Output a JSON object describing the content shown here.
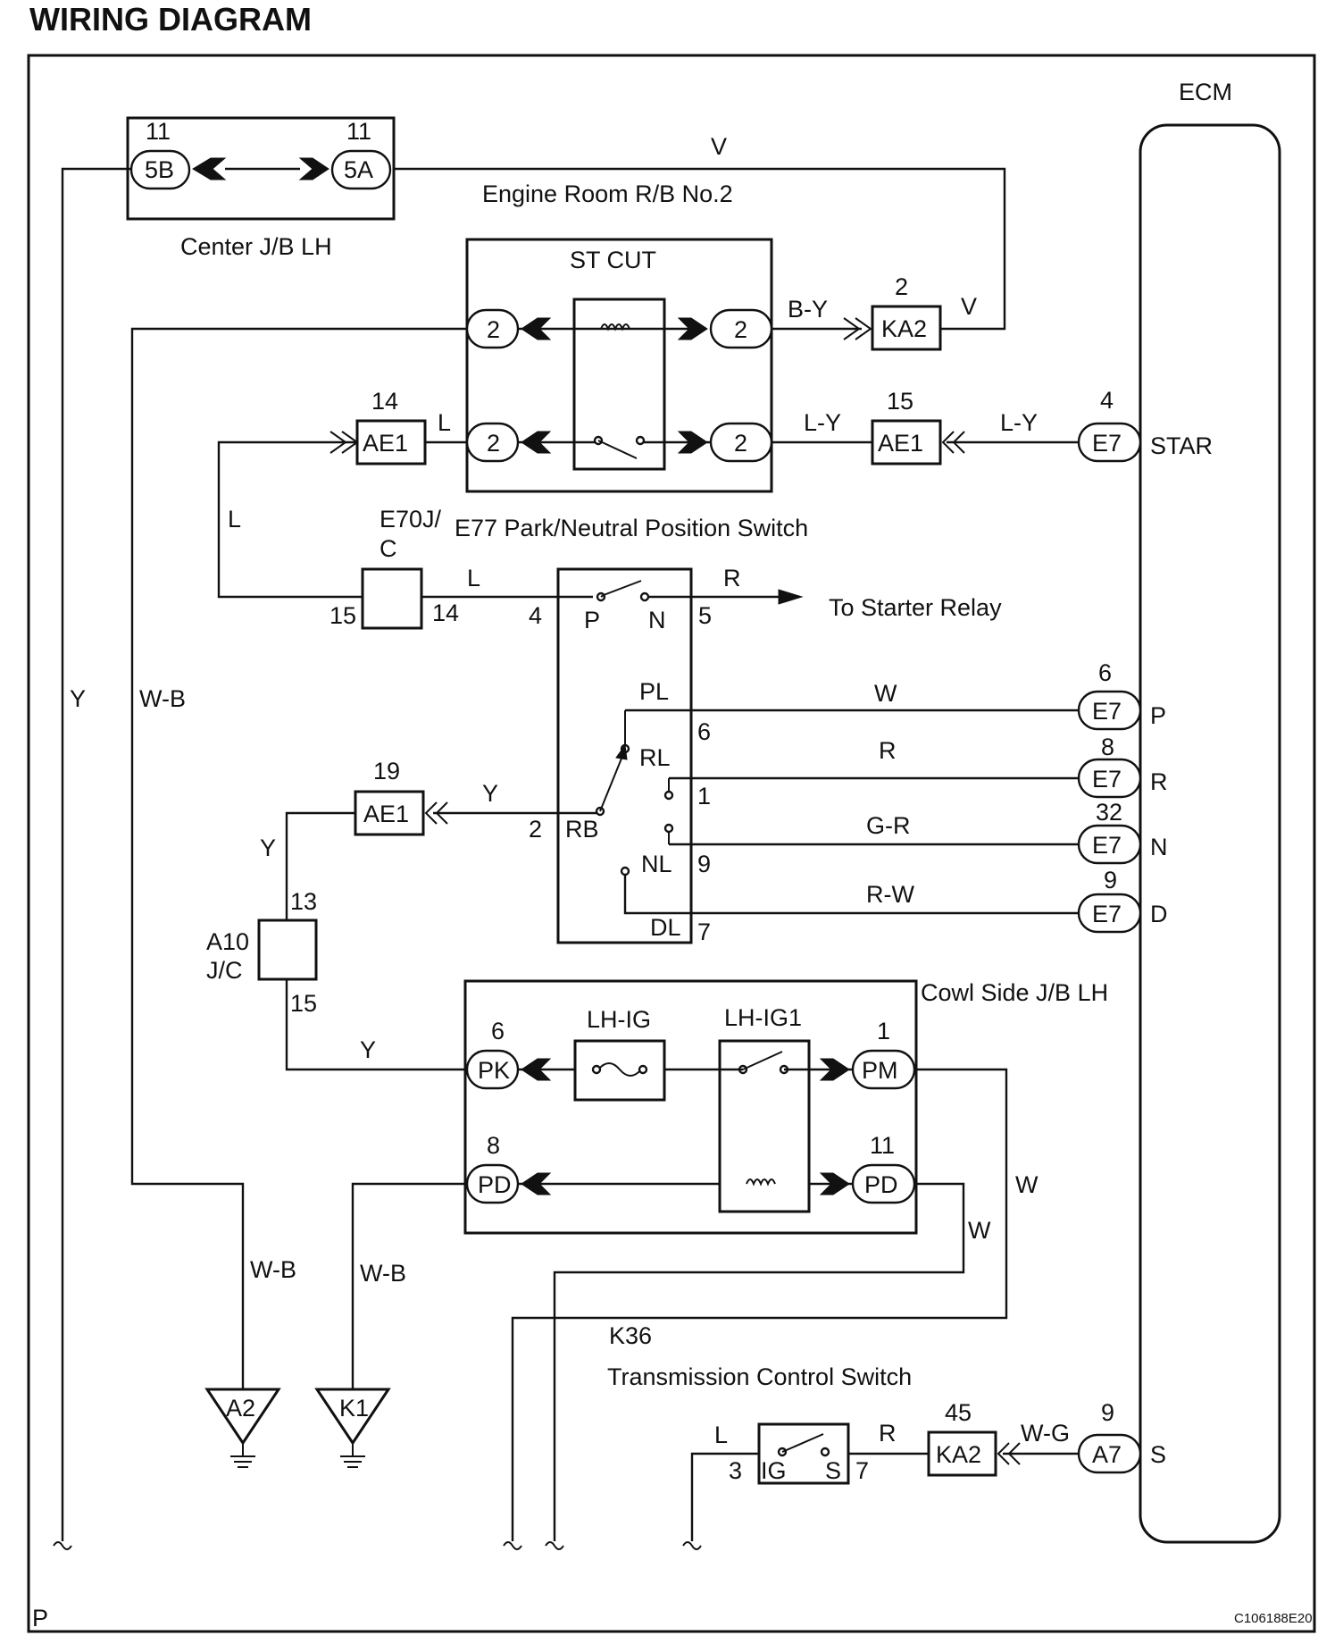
{
  "title": "WIRING DIAGRAM",
  "image_code": "C106188E20",
  "page_marker": "P",
  "ecm": {
    "label": "ECM",
    "pins": [
      "STAR",
      "P",
      "R",
      "N",
      "D",
      "S"
    ]
  },
  "center_jb": {
    "label": "Center J/B LH",
    "pin_left": "11",
    "conn_left": "5B",
    "pin_right": "11",
    "conn_right": "5A"
  },
  "engine_room_rb": {
    "label": "Engine Room R/B No.2"
  },
  "st_cut": {
    "label": "ST CUT",
    "pins": [
      "2",
      "2",
      "2",
      "2"
    ]
  },
  "connectors": {
    "ka2_top": {
      "name": "KA2",
      "pin": "2"
    },
    "ae1_left": {
      "name": "AE1",
      "pin": "14"
    },
    "ae1_right": {
      "name": "AE1",
      "pin": "15"
    },
    "ae1_lower": {
      "name": "AE1",
      "pin": "19"
    },
    "e7_star": {
      "name": "E7",
      "pin": "4"
    },
    "e7_p": {
      "name": "E7",
      "pin": "6"
    },
    "e7_r": {
      "name": "E7",
      "pin": "8"
    },
    "e7_n": {
      "name": "E7",
      "pin": "32"
    },
    "e7_d": {
      "name": "E7",
      "pin": "9"
    },
    "a7": {
      "name": "A7",
      "pin": "9"
    },
    "ka2_bottom": {
      "name": "KA2",
      "pin": "45"
    }
  },
  "e70": {
    "label_line1": "E70J/",
    "label_line2": "C",
    "pin_left": "15",
    "pin_right": "14"
  },
  "a10": {
    "label_line1": "A10",
    "label_line2": "J/C",
    "pin_top": "13",
    "pin_bottom": "15"
  },
  "pnp_switch": {
    "label": "E77 Park/Neutral Position Switch",
    "terminals": [
      "P",
      "N",
      "PL",
      "RL",
      "RB",
      "NL",
      "DL"
    ],
    "pins": [
      "4",
      "5",
      "6",
      "1",
      "2",
      "9",
      "7"
    ]
  },
  "to_starter": "To Starter Relay",
  "cowl_jb": {
    "label": "Cowl Side J/B LH",
    "fuse": "LH-IG",
    "relay": "LH-IG1",
    "conn_pk": {
      "name": "PK",
      "pin": "6"
    },
    "conn_pm": {
      "name": "PM",
      "pin": "1"
    },
    "conn_pd_left": {
      "name": "PD",
      "pin": "8"
    },
    "conn_pd_right": {
      "name": "PD",
      "pin": "11"
    }
  },
  "grounds": [
    "A2",
    "K1"
  ],
  "tcs": {
    "code": "K36",
    "label": "Transmission Control Switch",
    "term_ig": "IG",
    "term_s": "S",
    "pin_ig": "3",
    "pin_s": "7"
  },
  "wire_colors": {
    "v_top": "V",
    "v_ka2": "V",
    "by": "B-Y",
    "l_ae1": "L",
    "ly_left": "L-Y",
    "ly_right": "L-Y",
    "l_vertical": "L",
    "l_e70": "L",
    "r_starter": "R",
    "y_left": "Y",
    "wb_left": "W-B",
    "w_p": "W",
    "r_r": "R",
    "gr_n": "G-R",
    "rw_d": "R-W",
    "y_rb": "Y",
    "y_a10": "Y",
    "y_pk": "Y",
    "w_pm": "W",
    "w_pd": "W",
    "wb_a2": "W-B",
    "wb_k1": "W-B",
    "l_tcs": "L",
    "r_tcs": "R",
    "wg": "W-G"
  }
}
